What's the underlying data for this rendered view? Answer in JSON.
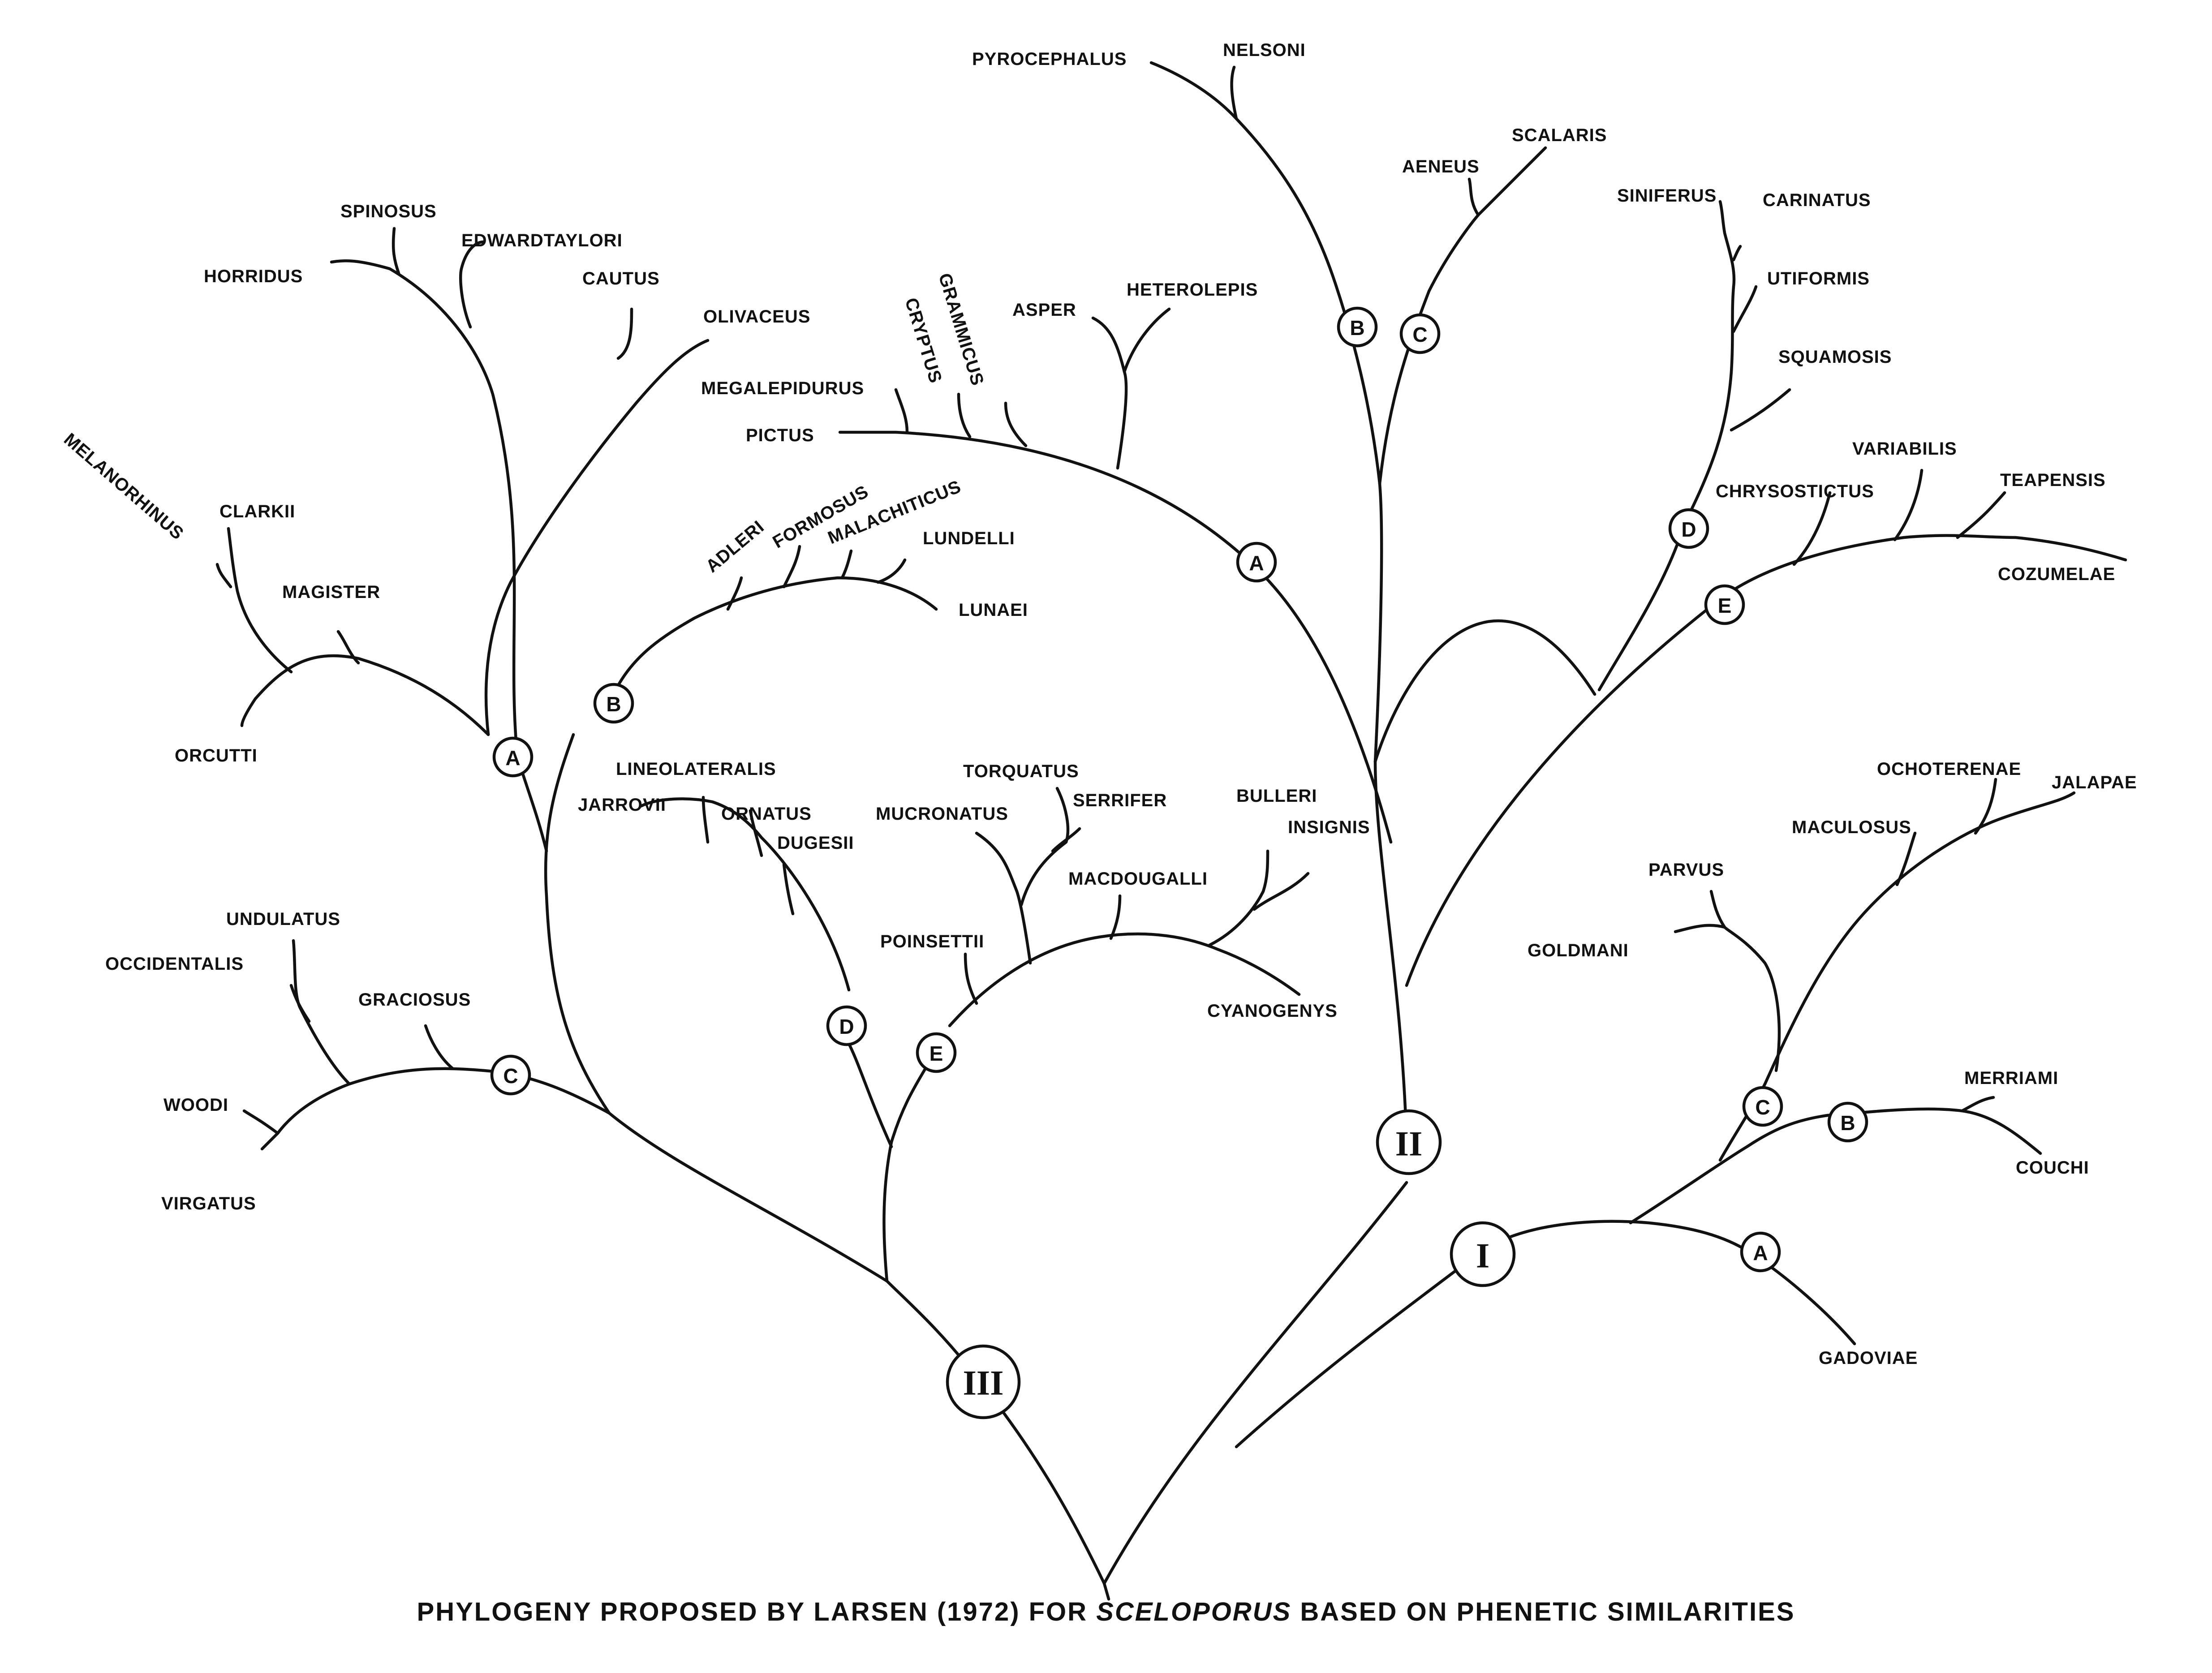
{
  "caption": {
    "before": "PHYLOGENY PROPOSED BY LARSEN (1972) FOR ",
    "genus": "SCELOPORUS",
    "after": " BASED ON PHENETIC SIMILARITIES"
  },
  "groups": {
    "g3": "III",
    "g2": "II",
    "g1": "I",
    "g3a": "A",
    "g3b": "B",
    "g3c": "C",
    "g3d": "D",
    "g3e": "E",
    "g2a": "A",
    "g2b": "B",
    "g2c": "C",
    "g2d": "D",
    "g2e": "E",
    "g1a": "A",
    "g1b": "B",
    "g1c": "C"
  },
  "taxa": {
    "pyrocephalus": "PYROCEPHALUS",
    "nelsoni": "NELSONI",
    "aeneus": "AENEUS",
    "scalaris": "SCALARIS",
    "siniferus": "SINIFERUS",
    "carinatus": "CARINATUS",
    "utiformis": "UTIFORMIS",
    "squamosis": "SQUAMOSIS",
    "chrysostictus": "CHRYSOSTICTUS",
    "variabilis": "VARIABILIS",
    "teapensis": "TEAPENSIS",
    "cozumelae": "COZUMELAE",
    "spinosus": "SPINOSUS",
    "horridus": "HORRIDUS",
    "edwardtaylori": "EDWARDTAYLORI",
    "cautus": "CAUTUS",
    "olivaceus": "OLIVACEUS",
    "melanorhinus": "MELANORHINUS",
    "clarkii": "CLARKII",
    "magister": "MAGISTER",
    "orcutti": "ORCUTTI",
    "grammicus": "GRAMMICUS",
    "cryptus": "CRYPTUS",
    "megalepidurus": "MEGALEPIDURUS",
    "pictus": "PICTUS",
    "asper": "ASPER",
    "heterolepis": "HETEROLEPIS",
    "adleri": "ADLERI",
    "formosus": "FORMOSUS",
    "malachiticus": "MALACHITICUS",
    "lundelli": "LUNDELLI",
    "lunaei": "LUNAEI",
    "lineolateralis": "LINEOLATERALIS",
    "jarrovii": "JARROVII",
    "ornatus": "ORNATUS",
    "dugesii": "DUGESII",
    "torquatus": "TORQUATUS",
    "mucronatus": "MUCRONATUS",
    "serrifer": "SERRIFER",
    "bulleri": "BULLERI",
    "insignis": "INSIGNIS",
    "macdougalli": "MACDOUGALLI",
    "poinsettii": "POINSETTII",
    "cyanogenys": "CYANOGENYS",
    "undulatus": "UNDULATUS",
    "occidentalis": "OCCIDENTALIS",
    "graciosus": "GRACIOSUS",
    "woodi": "WOODI",
    "virgatus": "VIRGATUS",
    "ochoterenae": "OCHOTERENAE",
    "jalapae": "JALAPAE",
    "maculosus": "MACULOSUS",
    "parvus": "PARVUS",
    "goldmani": "GOLDMANI",
    "merriami": "MERRIAMI",
    "couchi": "COUCHI",
    "gadoviae": "GADOVIAE"
  }
}
